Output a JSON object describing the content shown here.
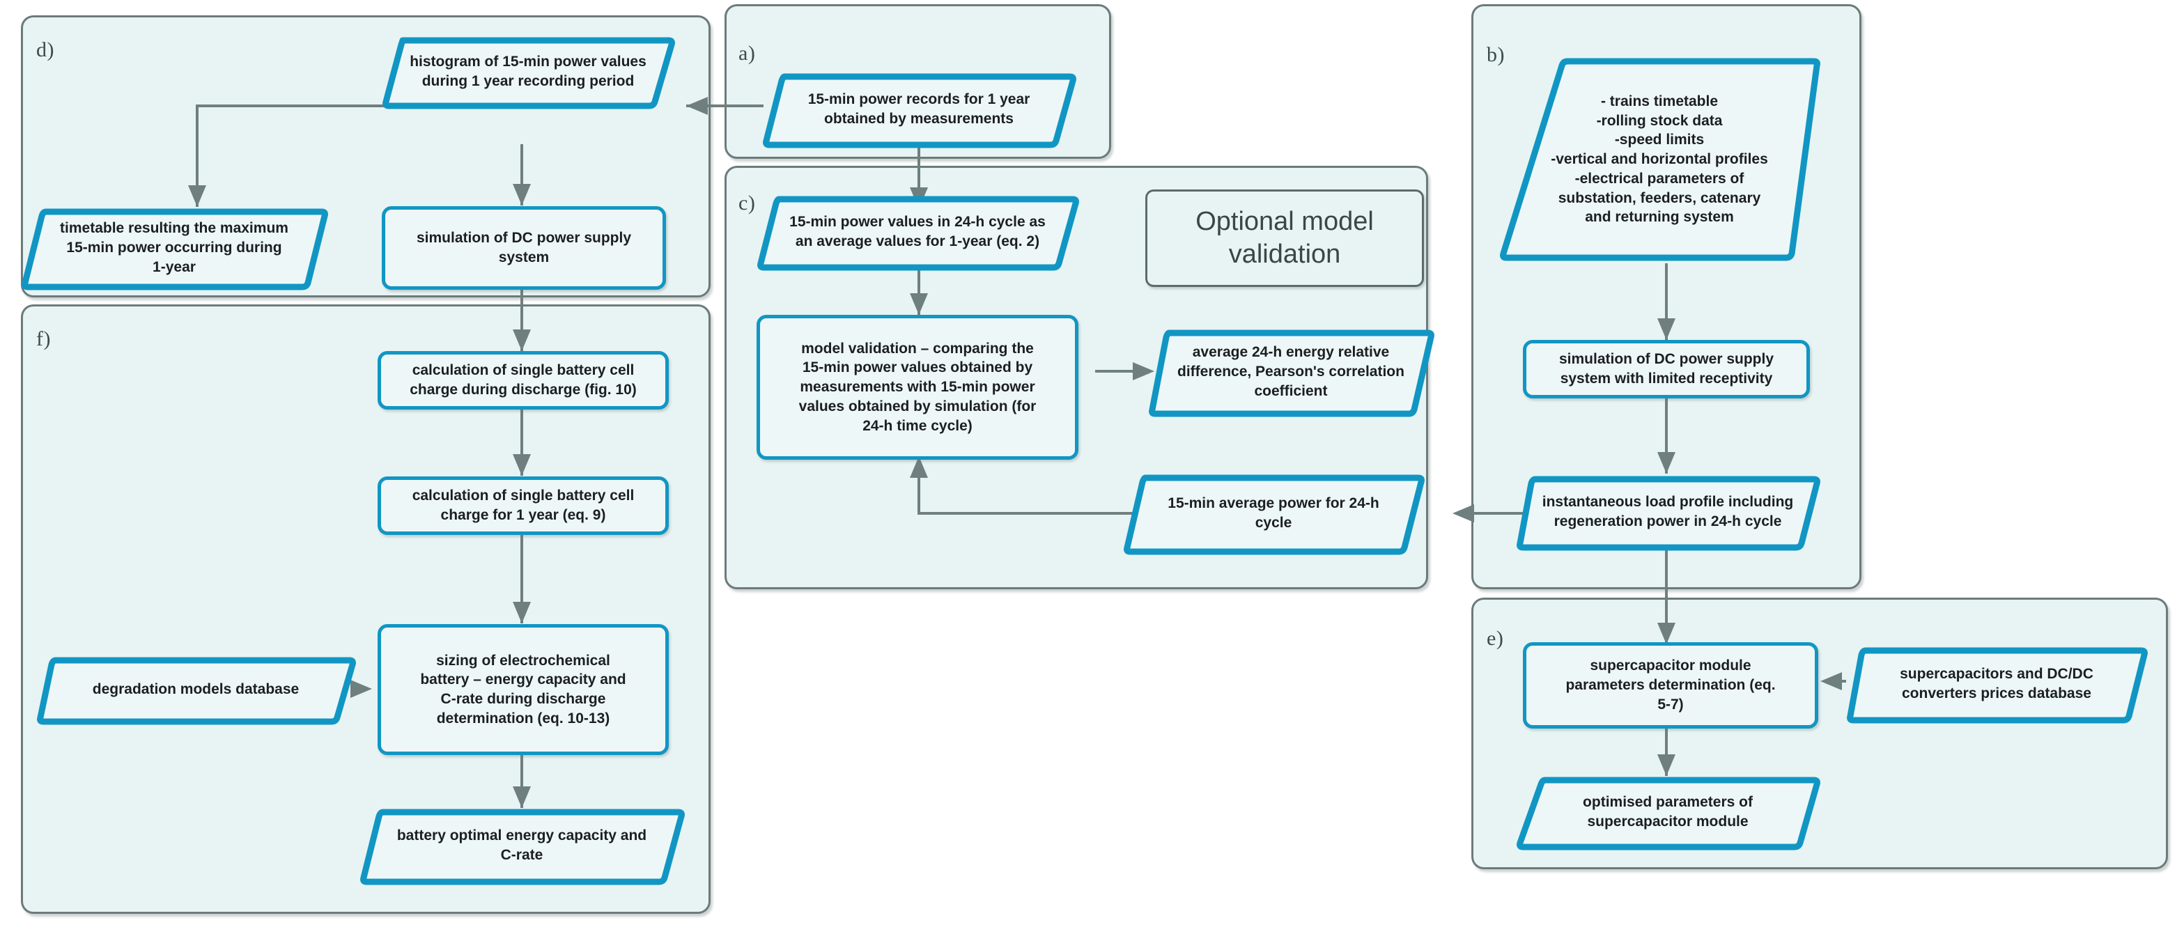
{
  "diagram": {
    "title": "Methodology flowchart for DC traction power supply energy storage sizing",
    "accent_color": "#1196c4",
    "panel_fill": "#e7f4f3",
    "panel_border": "#6b7b7b",
    "connector_color": "#6f7f80"
  },
  "panels": [
    {
      "id": "d",
      "label": "d)"
    },
    {
      "id": "a",
      "label": "a)"
    },
    {
      "id": "b",
      "label": "b)"
    },
    {
      "id": "c",
      "label": "c)"
    },
    {
      "id": "e",
      "label": "e)"
    },
    {
      "id": "f",
      "label": "f)"
    }
  ],
  "nodes": {
    "histogram": "histogram of 15-min power values\nduring 1 year recording period",
    "timetable_max": "timetable resulting the maximum\n15-min power occurring during\n1-year",
    "sim_dc": "simulation of DC power supply\nsystem",
    "records_1year": "15-min power records for 1 year\nobtained by measurements",
    "inputs_list": "- trains timetable\n-rolling stock data\n-speed limits\n-vertical and horizontal profiles\n-electrical parameters of\nsubstation, feeders, catenary\nand returning system",
    "sim_dc_limited": "simulation of DC power supply\nsystem with limited receptivity",
    "instant_load": "instantaneous load profile including\nregeneration power in 24-h cycle",
    "avg_24h_values": "15-min power values in 24-h cycle as\nan average values for 1-year (eq. 2)",
    "optional_validation": "Optional model\nvalidation",
    "model_validation": "model validation – comparing the\n15-min power values obtained by\nmeasurements with  15-min power\nvalues obtained by simulation (for\n24-h time cycle)",
    "energy_rel_diff": "average 24-h energy relative\ndifference, Pearson's correlation\ncoefficient",
    "avg_power_24h": "15-min average power for 24-h\ncycle",
    "sc_module_params": "supercapacitor module\nparameters determination (eq.\n5-7)",
    "sc_prices_db": "supercapacitors and DC/DC\nconverters prices database",
    "sc_optimised": "optimised parameters of\nsupercapacitor module",
    "calc_cell_discharge": "calculation of single battery cell\ncharge during discharge (fig. 10)",
    "calc_cell_1year": "calculation of single battery cell\ncharge for 1 year (eq. 9)",
    "degradation_db": "degradation models database",
    "sizing_battery": "sizing of electrochemical\nbattery – energy capacity and\nC-rate during discharge\ndetermination (eq. 10-13)",
    "battery_optimal": "battery optimal energy capacity and\nC-rate"
  }
}
